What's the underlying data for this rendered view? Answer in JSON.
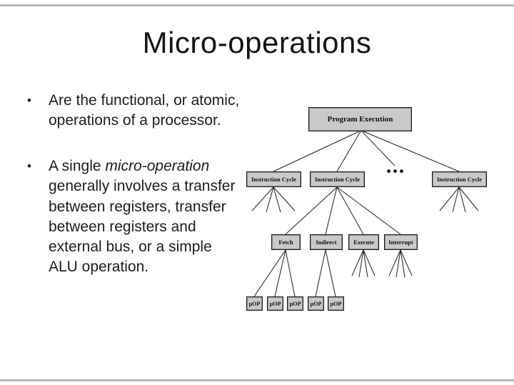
{
  "slide": {
    "title": "Micro-operations",
    "bullet_char": "•",
    "bullet1": "Are the functional, or atomic, operations of a processor.",
    "bullet2": {
      "pre": "A single ",
      "italic": "micro-operation",
      "post": " generally involves a transfer between registers, transfer between registers and external bus, or a simple ALU operation."
    }
  },
  "diagram": {
    "root": "Program Execution",
    "instruction_cycles": [
      "Instruction Cycle",
      "Instruction Cycle",
      "Instruction Cycle"
    ],
    "ellipsis": "•••",
    "phases": [
      "Fetch",
      "Indirect",
      "Execute",
      "Interrupt"
    ],
    "uops": [
      "µOP",
      "µOP",
      "µOP",
      "µOP",
      "µOP"
    ],
    "line_color": "#1f1f1f",
    "box_fill": "#c9c9c9"
  }
}
